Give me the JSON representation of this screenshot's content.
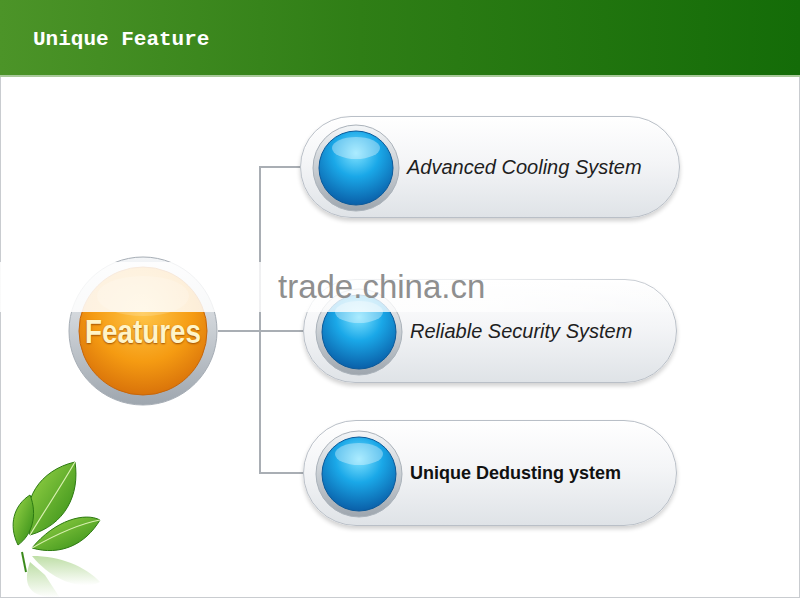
{
  "diagram": {
    "title": "Unique Feature",
    "nodes": [
      {
        "text": [
          "Features"
        ]
      },
      {
        "text": [
          "Advanced Cooling System"
        ]
      },
      {
        "text": [
          "Reliable Security System"
        ]
      },
      {
        "text": [
          "Unique Dedusting ystem"
        ]
      }
    ],
    "edges": [
      {
        "from": 0,
        "to": 1,
        "arrow": "none"
      },
      {
        "from": 0,
        "to": 2,
        "arrow": "none"
      },
      {
        "from": 0,
        "to": 3,
        "arrow": "none"
      }
    ],
    "labels": [
      "trade.china.cn"
    ]
  }
}
